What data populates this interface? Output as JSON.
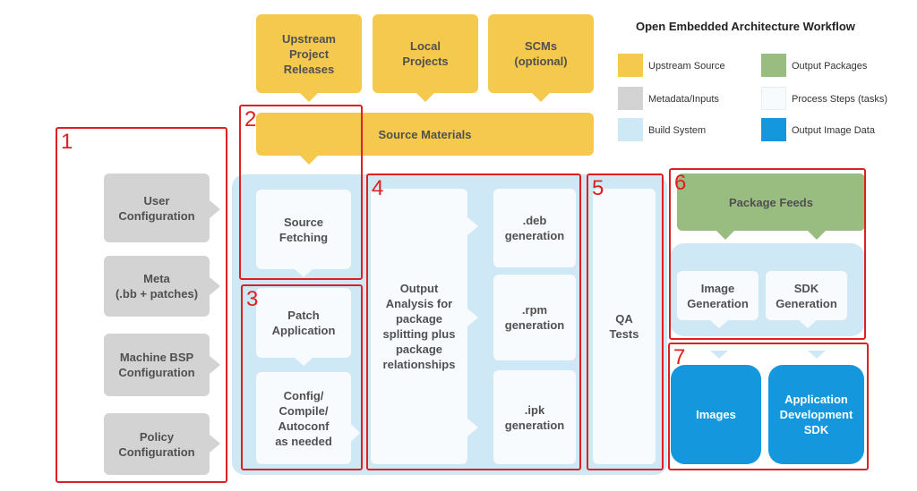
{
  "legend": {
    "title": "Open Embedded Architecture Workflow",
    "items": [
      {
        "label": "Upstream Source",
        "color": "#f4c94e"
      },
      {
        "label": "Output Packages",
        "color": "#99bc80"
      },
      {
        "label": "Metadata/Inputs",
        "color": "#d3d3d3"
      },
      {
        "label": "Process Steps (tasks)",
        "color": "#f8fbfd"
      },
      {
        "label": "Build System",
        "color": "#cfe8f6"
      },
      {
        "label": "Output Image Data",
        "color": "#1497dc"
      }
    ]
  },
  "upstream": [
    "Upstream\nProject\nReleases",
    "Local\nProjects",
    "SCMs\n(optional)"
  ],
  "source_materials": "Source Materials",
  "inputs": [
    "User\nConfiguration",
    "Meta\n(.bb + patches)",
    "Machine BSP\nConfiguration",
    "Policy\nConfiguration"
  ],
  "steps": {
    "source_fetching": "Source\nFetching",
    "patch_application": "Patch\nApplication",
    "config_compile": "Config/\nCompile/\nAutoconf\nas needed",
    "output_analysis": "Output\nAnalysis for\npackage\nsplitting plus\npackage\nrelationships",
    "deb": ".deb\ngeneration",
    "rpm": ".rpm\ngeneration",
    "ipk": ".ipk\ngeneration",
    "qa_tests": "QA\nTests",
    "image_generation": "Image\nGeneration",
    "sdk_generation": "SDK\nGeneration"
  },
  "package_feeds": "Package Feeds",
  "outputs": {
    "images": "Images",
    "app_sdk": "Application\nDevelopment\nSDK"
  },
  "annotations": [
    "1",
    "2",
    "3",
    "4",
    "5",
    "6",
    "7"
  ]
}
